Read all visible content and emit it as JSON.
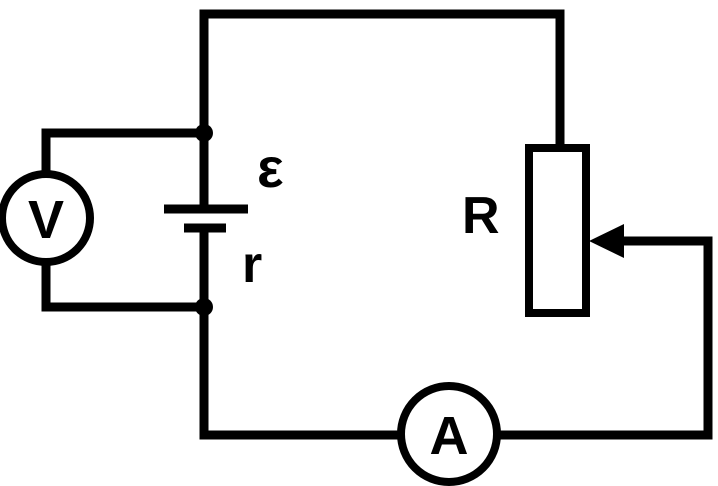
{
  "labels": {
    "emf": "ε",
    "internal_resistance": "r",
    "resistor": "R",
    "voltmeter": "V",
    "ammeter": "A"
  },
  "colors": {
    "line": "#000000",
    "background": "#ffffff"
  }
}
